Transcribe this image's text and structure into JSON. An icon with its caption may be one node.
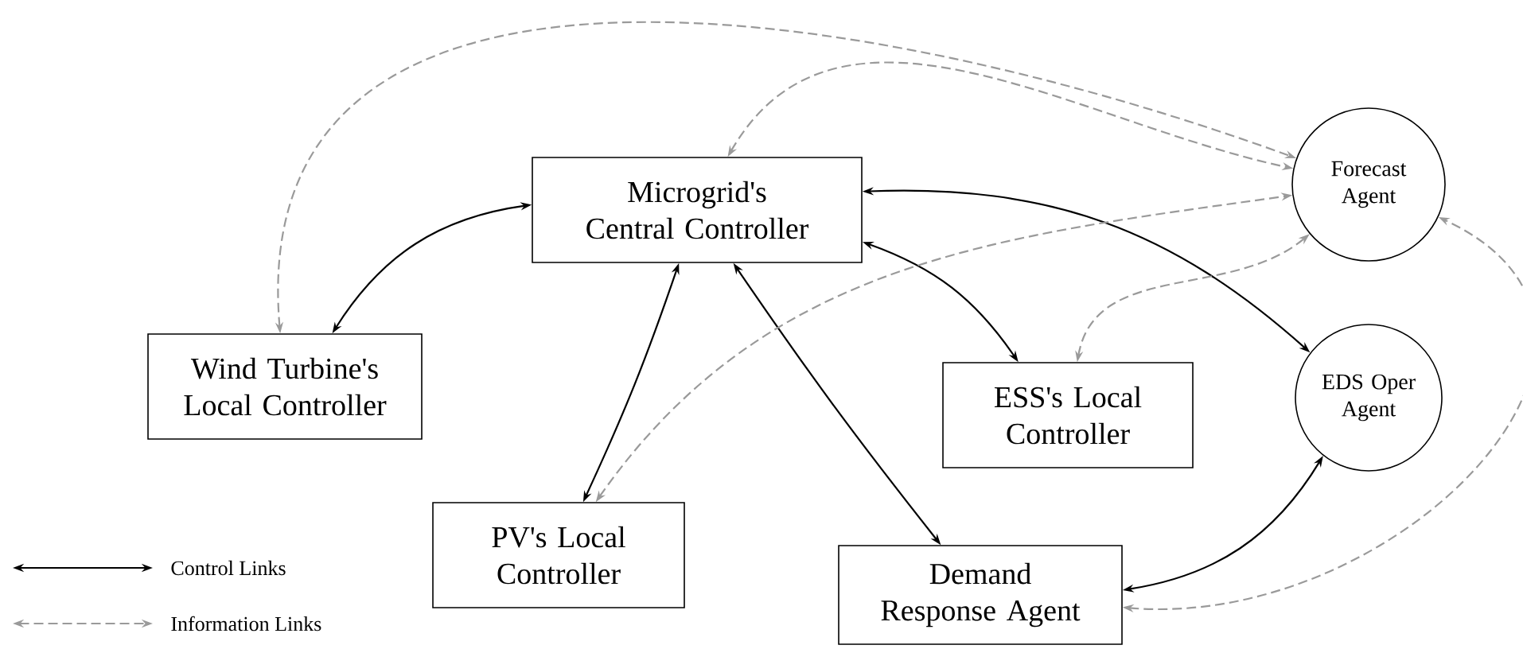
{
  "diagram": {
    "nodes": [
      {
        "text": [
          "Microgrid's Central Controller"
        ]
      },
      {
        "text": [
          "Forecast Agent"
        ]
      },
      {
        "text": [
          "Wind Turbine's Local Controller"
        ]
      },
      {
        "text": [
          "EDS Oper Agent"
        ]
      },
      {
        "text": [
          "ESS's Local Controller"
        ]
      },
      {
        "text": [
          "PV's Local Controller"
        ]
      },
      {
        "text": [
          "Demand Response Agent"
        ]
      }
    ],
    "edges": [
      {
        "from": 0,
        "to": 2,
        "arrow": "both"
      },
      {
        "from": 0,
        "to": 3,
        "arrow": "both"
      },
      {
        "from": 0,
        "to": 4,
        "arrow": "both"
      },
      {
        "from": 0,
        "to": 5,
        "arrow": "both"
      },
      {
        "from": 0,
        "to": 6,
        "arrow": "both"
      },
      {
        "from": 6,
        "to": 3,
        "arrow": "both"
      },
      {
        "from": 2,
        "to": 1,
        "arrow": "both",
        "style": "dashed",
        "color": "#9a9a9a"
      },
      {
        "from": 0,
        "to": 1,
        "arrow": "both",
        "style": "dashed",
        "color": "#9a9a9a"
      },
      {
        "from": 5,
        "to": 1,
        "arrow": "both",
        "style": "dashed",
        "color": "#9a9a9a"
      },
      {
        "from": 4,
        "to": 1,
        "arrow": "both",
        "style": "dashed",
        "color": "#9a9a9a"
      },
      {
        "from": 6,
        "to": 1,
        "arrow": "both",
        "style": "dashed",
        "color": "#9a9a9a"
      }
    ],
    "legend": [
      {
        "text": "Control Links"
      },
      {
        "text": "Information Links"
      }
    ]
  }
}
